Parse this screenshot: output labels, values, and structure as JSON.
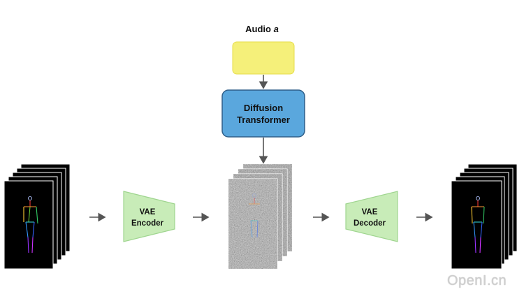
{
  "audio": {
    "label": "Audio",
    "variable": "a"
  },
  "transformer": {
    "line1": "Diffusion",
    "line2": "Transformer"
  },
  "encoder": {
    "line1": "VAE",
    "line2": "Encoder"
  },
  "decoder": {
    "line1": "VAE",
    "line2": "Decoder"
  },
  "watermark": "OpenI.cn",
  "colors": {
    "audio_box": "#f5f07a",
    "transformer_fill": "#5aa7dd",
    "transformer_border": "#2f5f8a",
    "vae_fill": "#c8ecb8",
    "vae_border": "#9fd58f",
    "arrow": "#555555",
    "frame": "#000000"
  },
  "icons": [
    "waveform-icon",
    "pose-skeleton-icon",
    "noise-frame-icon",
    "arrow-icon"
  ]
}
